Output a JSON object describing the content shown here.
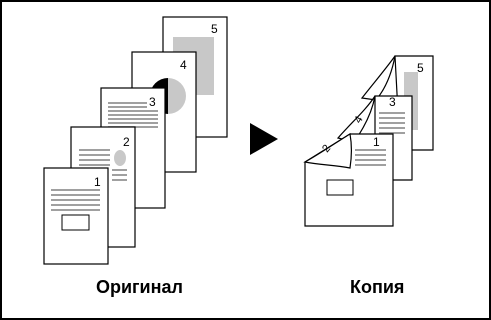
{
  "labels": {
    "original": "Оригинал",
    "copy": "Копия"
  },
  "original_stack": {
    "page_numbers": [
      "1",
      "2",
      "3",
      "4",
      "5"
    ]
  },
  "copy_stack": {
    "page_numbers": [
      "1",
      "2",
      "3",
      "4",
      "5"
    ]
  },
  "colors": {
    "border": "#000000",
    "page_fill": "#ffffff",
    "text_line": "#808080",
    "image_gray": "#c8c8c8",
    "pie_dark": "#000000",
    "arrow": "#000000"
  },
  "icons": {
    "arrow": "right-pointing-triangle-icon"
  }
}
